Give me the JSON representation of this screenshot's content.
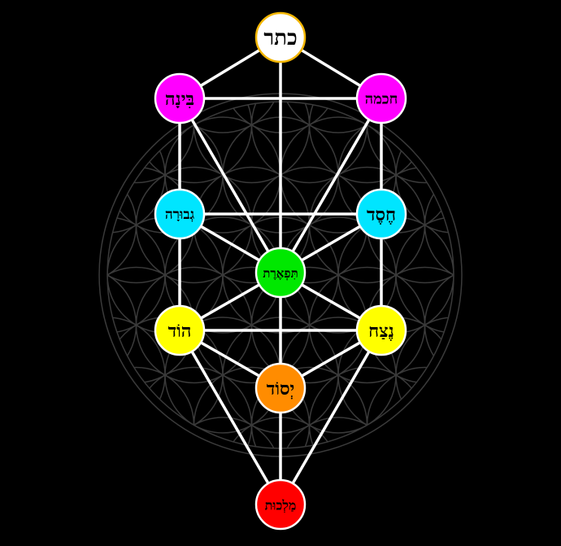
{
  "diagram": {
    "background_color": "#000000",
    "pattern_color": "#3a3a3a",
    "path_color": "#ffffff",
    "sephirot": [
      {
        "id": "keter",
        "label": "כתר",
        "fill": "#ffffff",
        "stroke": "#f3b600",
        "text_color": "#000000"
      },
      {
        "id": "binah",
        "label": "בִּינָה",
        "fill": "#ff00ff",
        "stroke": "#ffffff",
        "text_color": "#000000"
      },
      {
        "id": "chokhmah",
        "label": "חכמה",
        "fill": "#ff00ff",
        "stroke": "#ffffff",
        "text_color": "#000000"
      },
      {
        "id": "gevurah",
        "label": "גְבוּרָה",
        "fill": "#00e5ff",
        "stroke": "#ffffff",
        "text_color": "#000000"
      },
      {
        "id": "chesed",
        "label": "חֶסֶד",
        "fill": "#00e5ff",
        "stroke": "#ffffff",
        "text_color": "#000000"
      },
      {
        "id": "tiferet",
        "label": "תִּפְאֶרֶת",
        "fill": "#00e800",
        "stroke": "#ffffff",
        "text_color": "#000000"
      },
      {
        "id": "hod",
        "label": "הוֹד",
        "fill": "#ffff00",
        "stroke": "#ffffff",
        "text_color": "#000000"
      },
      {
        "id": "netzach",
        "label": "נֶצַח",
        "fill": "#ffff00",
        "stroke": "#ffffff",
        "text_color": "#000000"
      },
      {
        "id": "yesod",
        "label": "יְסוֹד",
        "fill": "#ff8c00",
        "stroke": "#ffffff",
        "text_color": "#000000"
      },
      {
        "id": "malkhut",
        "label": "מַלְכוּת",
        "fill": "#ff0000",
        "stroke": "#ffffff",
        "text_color": "#000000"
      }
    ],
    "paths": [
      [
        "keter",
        "binah"
      ],
      [
        "keter",
        "chokhmah"
      ],
      [
        "keter",
        "tiferet"
      ],
      [
        "binah",
        "chokhmah"
      ],
      [
        "binah",
        "gevurah"
      ],
      [
        "binah",
        "tiferet"
      ],
      [
        "chokhmah",
        "chesed"
      ],
      [
        "chokhmah",
        "tiferet"
      ],
      [
        "gevurah",
        "chesed"
      ],
      [
        "gevurah",
        "tiferet"
      ],
      [
        "gevurah",
        "hod"
      ],
      [
        "chesed",
        "tiferet"
      ],
      [
        "chesed",
        "netzach"
      ],
      [
        "tiferet",
        "hod"
      ],
      [
        "tiferet",
        "netzach"
      ],
      [
        "tiferet",
        "yesod"
      ],
      [
        "hod",
        "netzach"
      ],
      [
        "hod",
        "yesod"
      ],
      [
        "hod",
        "malkhut"
      ],
      [
        "netzach",
        "yesod"
      ],
      [
        "netzach",
        "malkhut"
      ],
      [
        "yesod",
        "malkhut"
      ]
    ]
  }
}
